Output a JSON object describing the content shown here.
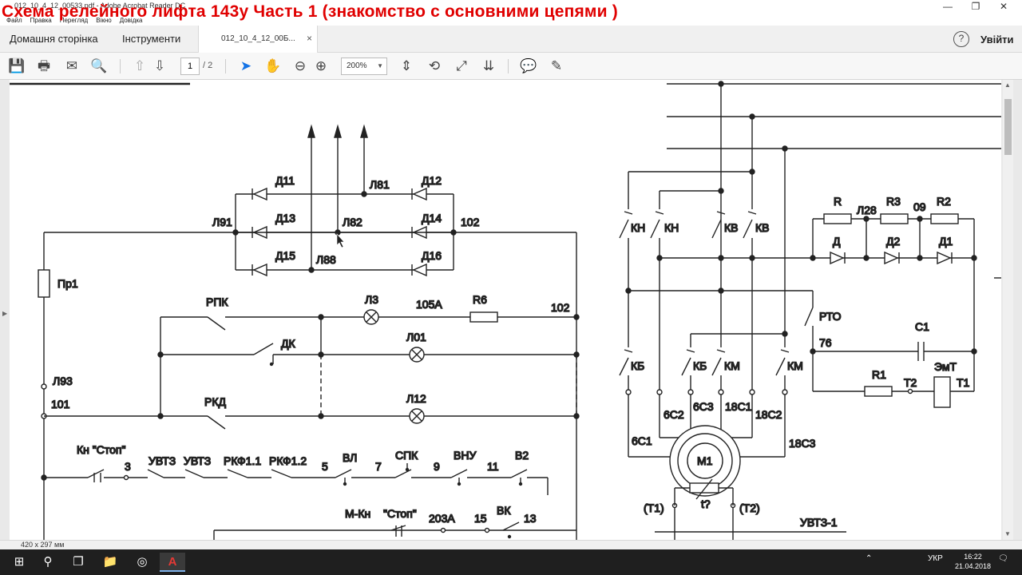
{
  "window": {
    "title": "012_10_4_12_00533.pdf - Adobe Acrobat Reader DC",
    "overlay_title": "Схема релейного лифта 143у  Часть 1 (знакомство с основними цепями )",
    "menu": [
      "Файл",
      "Правка",
      "Перегляд",
      "Вікно",
      "Довідка"
    ],
    "controls": {
      "minimize": "—",
      "restore": "❐",
      "close": "✕"
    }
  },
  "tabs": {
    "home": "Домашня сторінка",
    "tools": "Інструменти",
    "document": "012_10_4_12_00Б...",
    "close": "×",
    "help": "?",
    "signin": "Увійти"
  },
  "toolbar": {
    "page_current": "1",
    "page_total": "/ 2",
    "zoom": "200%",
    "zoom_arrow": "▼",
    "icons": {
      "save": "💾",
      "print": "🖶",
      "mail": "✉",
      "search": "🔍",
      "prev": "⇧",
      "next": "⇩",
      "select": "➤",
      "hand": "✋",
      "zoom_out": "⊖",
      "zoom_in": "⊕",
      "fit": "⇕",
      "rotate": "⟲",
      "fullscreen": "⤢",
      "scroll": "⇊",
      "comment": "💬",
      "draw": "✎"
    }
  },
  "schematic": {
    "labels": {
      "d11": "Д11",
      "l81": "Л81",
      "d12": "Д12",
      "l91": "Л91",
      "d13": "Д13",
      "l82": "Л82",
      "d14": "Д14",
      "n102a": "102",
      "d15": "Д15",
      "l88": "Л88",
      "d16": "Д16",
      "pr1": "Пр1",
      "rpk": "РПК",
      "l3": "Л3",
      "n105a": "105А",
      "r6": "R6",
      "n102b": "102",
      "dk": "ДК",
      "l01": "Л01",
      "l93": "Л93",
      "n101": "101",
      "rkd": "РКД",
      "l12": "Л12",
      "knstop": "Кн \"Стоп\"",
      "n3": "3",
      "uvtz1": "УВТЗ",
      "uvtz2": "УВТЗ",
      "rkf11": "РКФ1.1",
      "rkf12": "РКФ1.2",
      "n5": "5",
      "vl": "ВЛ",
      "n7": "7",
      "spk": "СПК",
      "n9": "9",
      "vnu": "ВНУ",
      "n11": "11",
      "v2": "В2",
      "mkn": "М-Кн",
      "stop2": "\"Стоп\"",
      "n203a": "203А",
      "n15": "15",
      "vk": "ВК",
      "n13": "13",
      "kn1": "КН",
      "kn2": "КН",
      "kv1": "КВ",
      "kv2": "КВ",
      "r": "R",
      "l28": "Л28",
      "r3": "R3",
      "n09": "09",
      "r2": "R2",
      "d": "Д",
      "d2": "Д2",
      "d1": "Д1",
      "rto": "РТО",
      "n76": "76",
      "c1": "С1",
      "kb1": "КБ",
      "kb2": "КБ",
      "km1": "КМ",
      "km2": "КМ",
      "r1": "R1",
      "t2": "Т2",
      "zmt": "ЭмТ",
      "t1": "Т1",
      "c6s2": "6С2",
      "c6s3": "6С3",
      "c18s1": "18С1",
      "c18s2": "18С2",
      "c6s1": "6С1",
      "c18s3": "18С3",
      "m1": "М1",
      "tq": "t?",
      "t1p": "(Т1)",
      "t2p": "(Т2)",
      "uvtz_1": "УВТЗ-1"
    }
  },
  "status": {
    "page_size": "420 x 297 мм"
  },
  "taskbar": {
    "start": "⊞",
    "search": "⚲",
    "taskview": "❐",
    "explorer": "📁",
    "browser": "◎",
    "acrobat": "A",
    "tray_arrow": "⌃",
    "lang": "УКР",
    "notify": "🗨",
    "time": "16:22",
    "date": "21.04.2018"
  }
}
